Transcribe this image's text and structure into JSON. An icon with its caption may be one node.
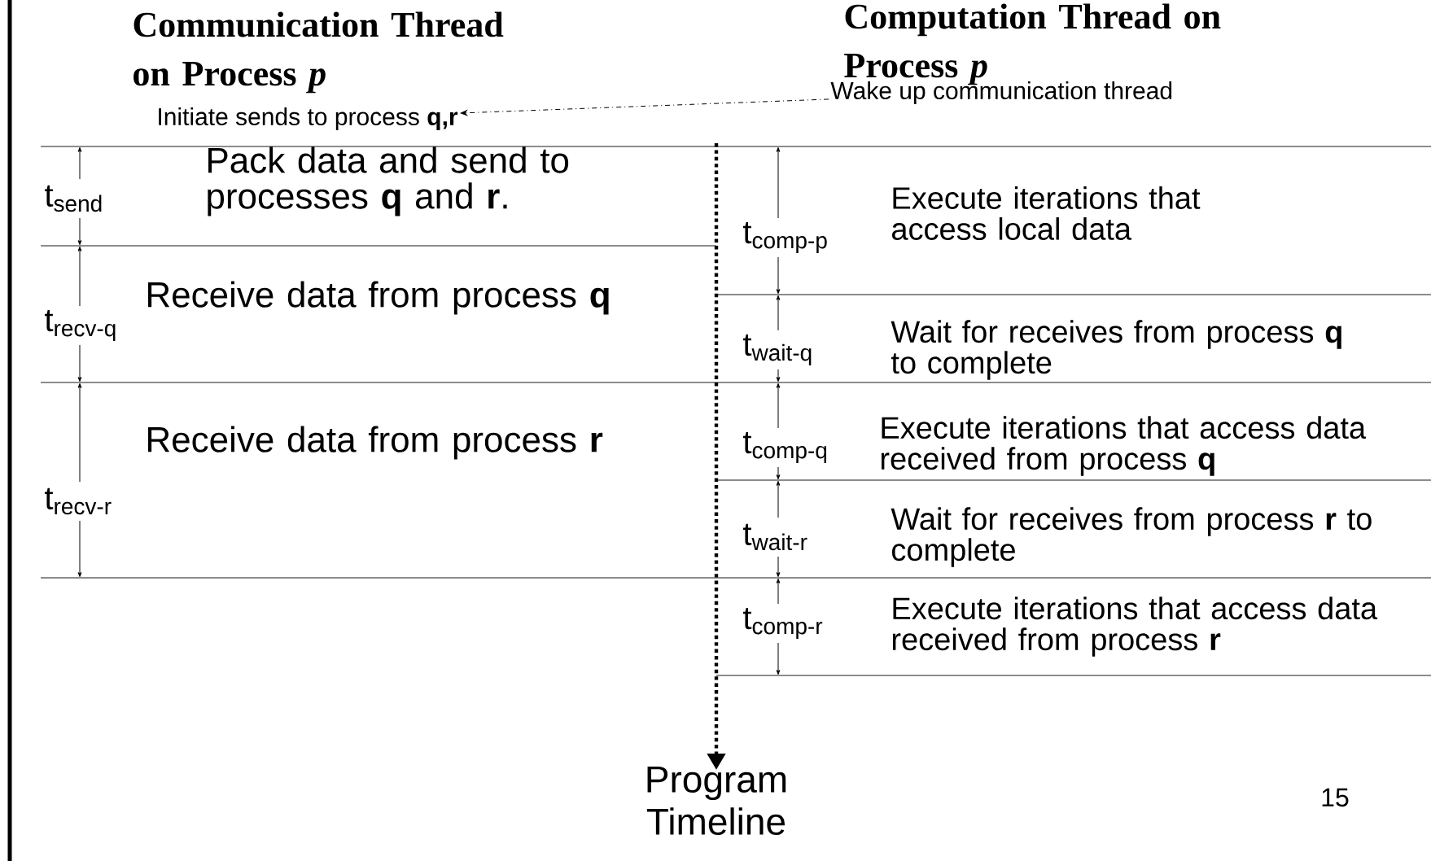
{
  "diagram": {
    "nodes": [
      {
        "text": [
          "Initiate sends to process **q,r**"
        ]
      },
      {
        "text": [
          "Wake up communication thread"
        ]
      }
    ],
    "edges": [
      {
        "from": 1,
        "to": 0,
        "arrow": "to",
        "style": "dashed"
      }
    ],
    "labels": [
      "Communication Thread on Process *p*",
      "Computation Thread on Process *p*",
      "t$_{send}$",
      "Pack data and send to processes **q** and **r**.",
      "t$_{comp-p}$",
      "Execute iterations that access local data",
      "t$_{recv-q}$",
      "Receive data from process **q**",
      "t$_{wait-q}$",
      "Wait for receives from process **q** to complete",
      "t$_{comp-q}$",
      "Execute iterations that access data received from process **q**",
      "t$_{recv-r}$",
      "Receive data from process **r**",
      "t$_{wait-r}$",
      "Wait for receives from process **r** to complete",
      "t$_{comp-r}$",
      "Execute iterations that access data received from process **r**",
      "Program Timeline",
      "15"
    ]
  }
}
